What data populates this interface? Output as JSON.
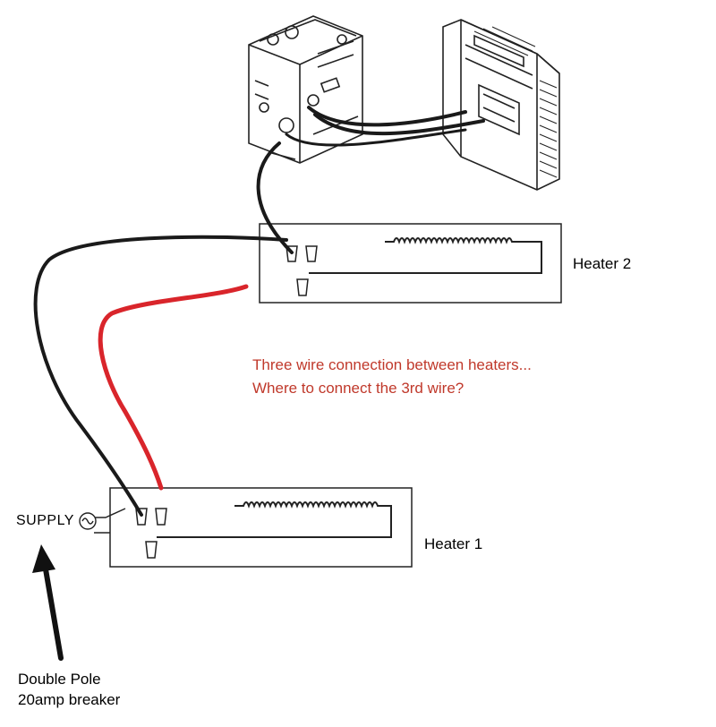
{
  "labels": {
    "heater2": "Heater 2",
    "heater1": "Heater 1",
    "note_line1": "Three wire connection between heaters...",
    "note_line2": "Where to connect the 3rd wire?",
    "supply": "SUPPLY",
    "breaker_line1": "Double Pole",
    "breaker_line2": "20amp breaker"
  },
  "colors": {
    "wire_black": "#1a1a1a",
    "wire_red": "#d9252b",
    "note_text": "#c0392b",
    "outline": "#222222"
  },
  "icons": [
    "junction-box-icon",
    "thermostat-icon",
    "heating-element-icon",
    "wire-nut-icon",
    "ac-source-icon",
    "arrow-up-icon"
  ]
}
